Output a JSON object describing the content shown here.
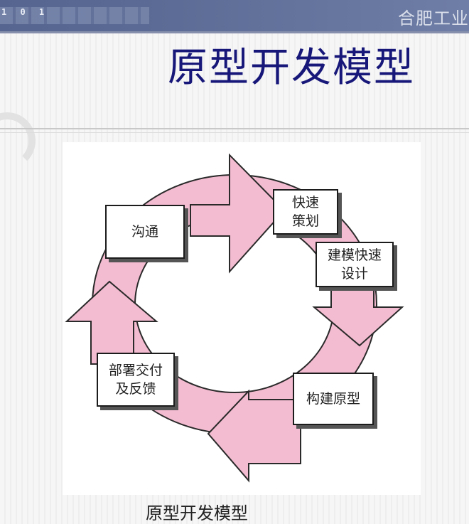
{
  "header": {
    "digits": "1 0 1",
    "brand": "合肥工业"
  },
  "slide": {
    "title": "原型开发模型",
    "caption": "原型开发模型"
  },
  "diagram": {
    "fill_color": "#f4bcd1",
    "stroke_color": "#2a2a2a",
    "boxes": {
      "communication": "沟通",
      "quick_plan": "快速\n策划",
      "modeling_quick_design": "建模快速\n设计",
      "construct_prototype": "构建原型",
      "deployment_feedback": "部署交付\n及反馈"
    }
  }
}
